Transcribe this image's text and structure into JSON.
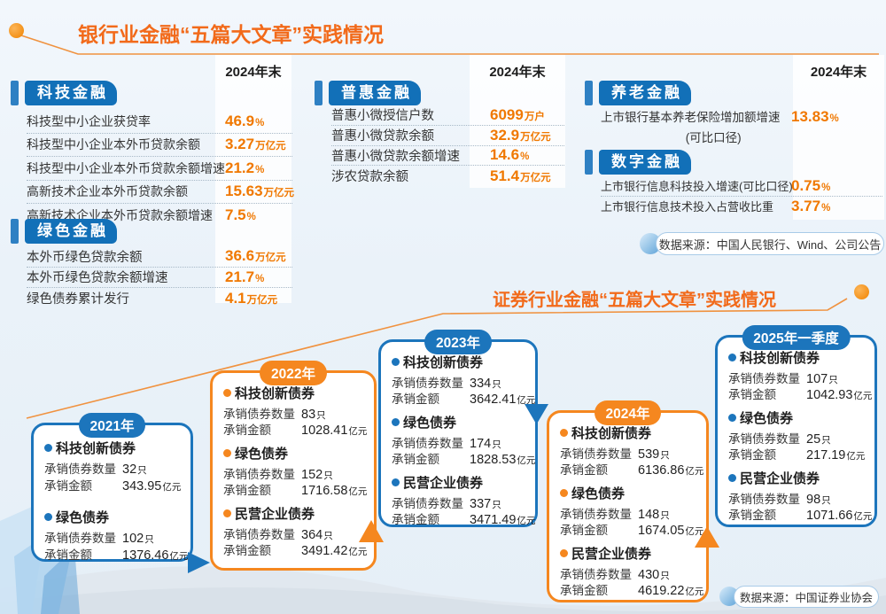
{
  "colors": {
    "title_orange": "#f26a1a",
    "value_orange": "#f07800",
    "header_blue": "#1270b8",
    "box_blue": "#1c75bc",
    "box_orange": "#f5871f",
    "line_orange": "#f0923f"
  },
  "banking": {
    "title": "银行业金融“五篇大文章”实践情况",
    "period_label": "2024年末",
    "source": "数据来源：中国人民银行、Wind、公司公告",
    "sections": [
      {
        "name": "科技金融",
        "rows": [
          {
            "label": "科技型中小企业获贷率",
            "value": "46.9",
            "unit": "%"
          },
          {
            "label": "科技型中小企业本外币贷款余额",
            "value": "3.27",
            "unit": "万亿元"
          },
          {
            "label": "科技型中小企业本外币贷款余额增速",
            "value": "21.2",
            "unit": "%"
          },
          {
            "label": "高新技术企业本外币贷款余额",
            "value": "15.63",
            "unit": "万亿元"
          },
          {
            "label": "高新技术企业本外币贷款余额增速",
            "value": "7.5",
            "unit": "%"
          }
        ]
      },
      {
        "name": "绿色金融",
        "rows": [
          {
            "label": "本外币绿色贷款余额",
            "value": "36.6",
            "unit": "万亿元"
          },
          {
            "label": "本外币绿色贷款余额增速",
            "value": "21.7",
            "unit": "%"
          },
          {
            "label": "绿色债券累计发行",
            "value": "4.1",
            "unit": "万亿元"
          }
        ]
      },
      {
        "name": "普惠金融",
        "rows": [
          {
            "label": "普惠小微授信户数",
            "value": "6099",
            "unit": "万户"
          },
          {
            "label": "普惠小微贷款余额",
            "value": "32.9",
            "unit": "万亿元"
          },
          {
            "label": "普惠小微贷款余额增速",
            "value": "14.6",
            "unit": "%"
          },
          {
            "label": "涉农贷款余额",
            "value": "51.4",
            "unit": "万亿元"
          }
        ]
      },
      {
        "name": "养老金融",
        "rows": [
          {
            "label": "上市银行基本养老保险增加额增速",
            "label2": "(可比口径)",
            "value": "13.83",
            "unit": "%"
          }
        ]
      },
      {
        "name": "数字金融",
        "rows": [
          {
            "label": "上市银行信息科技投入增速(可比口径)",
            "value": "0.75",
            "unit": "%"
          },
          {
            "label": "上市银行信息技术投入占营收比重",
            "value": "3.77",
            "unit": "%"
          }
        ]
      }
    ]
  },
  "securities": {
    "title": "证券行业金融“五篇大文章”实践情况",
    "source": "数据来源：中国证券业协会",
    "count_label": "承销债券数量",
    "amount_label": "承销金额",
    "years": [
      {
        "year": "2021年",
        "bonds": [
          {
            "name": "科技创新债券",
            "count": "32",
            "count_unit": "只",
            "amount": "343.95",
            "amount_unit": "亿元"
          },
          {
            "name": "绿色债券",
            "count": "102",
            "count_unit": "只",
            "amount": "1376.46",
            "amount_unit": "亿元"
          }
        ]
      },
      {
        "year": "2022年",
        "bonds": [
          {
            "name": "科技创新债券",
            "count": "83",
            "count_unit": "只",
            "amount": "1028.41",
            "amount_unit": "亿元"
          },
          {
            "name": "绿色债券",
            "count": "152",
            "count_unit": "只",
            "amount": "1716.58",
            "amount_unit": "亿元"
          },
          {
            "name": "民营企业债券",
            "count": "364",
            "count_unit": "只",
            "amount": "3491.42",
            "amount_unit": "亿元"
          }
        ]
      },
      {
        "year": "2023年",
        "bonds": [
          {
            "name": "科技创新债券",
            "count": "334",
            "count_unit": "只",
            "amount": "3642.41",
            "amount_unit": "亿元"
          },
          {
            "name": "绿色债券",
            "count": "174",
            "count_unit": "只",
            "amount": "1828.53",
            "amount_unit": "亿元"
          },
          {
            "name": "民营企业债券",
            "count": "337",
            "count_unit": "只",
            "amount": "3471.49",
            "amount_unit": "亿元"
          }
        ]
      },
      {
        "year": "2024年",
        "bonds": [
          {
            "name": "科技创新债券",
            "count": "539",
            "count_unit": "只",
            "amount": "6136.86",
            "amount_unit": "亿元"
          },
          {
            "name": "绿色债券",
            "count": "148",
            "count_unit": "只",
            "amount": "1674.05",
            "amount_unit": "亿元"
          },
          {
            "name": "民营企业债券",
            "count": "430",
            "count_unit": "只",
            "amount": "4619.22",
            "amount_unit": "亿元"
          }
        ]
      },
      {
        "year": "2025年一季度",
        "bonds": [
          {
            "name": "科技创新债券",
            "count": "107",
            "count_unit": "只",
            "amount": "1042.93",
            "amount_unit": "亿元"
          },
          {
            "name": "绿色债券",
            "count": "25",
            "count_unit": "只",
            "amount": "217.19",
            "amount_unit": "亿元"
          },
          {
            "name": "民营企业债券",
            "count": "98",
            "count_unit": "只",
            "amount": "1071.66",
            "amount_unit": "亿元"
          }
        ]
      }
    ]
  },
  "chart_data": [
    {
      "type": "table",
      "title": "银行业金融“五篇大文章”实践情况",
      "as_of": "2024年末",
      "sections": [
        {
          "name": "科技金融",
          "rows": [
            [
              "科技型中小企业获贷率",
              46.9,
              "%"
            ],
            [
              "科技型中小企业本外币贷款余额",
              3.27,
              "万亿元"
            ],
            [
              "科技型中小企业本外币贷款余额增速",
              21.2,
              "%"
            ],
            [
              "高新技术企业本外币贷款余额",
              15.63,
              "万亿元"
            ],
            [
              "高新技术企业本外币贷款余额增速",
              7.5,
              "%"
            ]
          ]
        },
        {
          "name": "绿色金融",
          "rows": [
            [
              "本外币绿色贷款余额",
              36.6,
              "万亿元"
            ],
            [
              "本外币绿色贷款余额增速",
              21.7,
              "%"
            ],
            [
              "绿色债券累计发行",
              4.1,
              "万亿元"
            ]
          ]
        },
        {
          "name": "普惠金融",
          "rows": [
            [
              "普惠小微授信户数",
              6099,
              "万户"
            ],
            [
              "普惠小微贷款余额",
              32.9,
              "万亿元"
            ],
            [
              "普惠小微贷款余额增速",
              14.6,
              "%"
            ],
            [
              "涉农贷款余额",
              51.4,
              "万亿元"
            ]
          ]
        },
        {
          "name": "养老金融",
          "rows": [
            [
              "上市银行基本养老保险增加额增速(可比口径)",
              13.83,
              "%"
            ]
          ]
        },
        {
          "name": "数字金融",
          "rows": [
            [
              "上市银行信息科技投入增速(可比口径)",
              0.75,
              "%"
            ],
            [
              "上市银行信息技术投入占营收比重",
              3.77,
              "%"
            ]
          ]
        }
      ],
      "source": "中国人民银行、Wind、公司公告"
    },
    {
      "type": "table",
      "title": "证券行业金融“五篇大文章”实践情况",
      "categories": [
        "2021年",
        "2022年",
        "2023年",
        "2024年",
        "2025年一季度"
      ],
      "series": [
        {
          "name": "科技创新债券-承销债券数量(只)",
          "values": [
            32,
            83,
            334,
            539,
            107
          ]
        },
        {
          "name": "科技创新债券-承销金额(亿元)",
          "values": [
            343.95,
            1028.41,
            3642.41,
            6136.86,
            1042.93
          ]
        },
        {
          "name": "绿色债券-承销债券数量(只)",
          "values": [
            102,
            152,
            174,
            148,
            25
          ]
        },
        {
          "name": "绿色债券-承销金额(亿元)",
          "values": [
            1376.46,
            1716.58,
            1828.53,
            1674.05,
            217.19
          ]
        },
        {
          "name": "民营企业债券-承销债券数量(只)",
          "values": [
            null,
            364,
            337,
            430,
            98
          ]
        },
        {
          "name": "民营企业债券-承销金额(亿元)",
          "values": [
            null,
            3491.42,
            3471.49,
            4619.22,
            1071.66
          ]
        }
      ],
      "source": "中国证券业协会"
    }
  ]
}
